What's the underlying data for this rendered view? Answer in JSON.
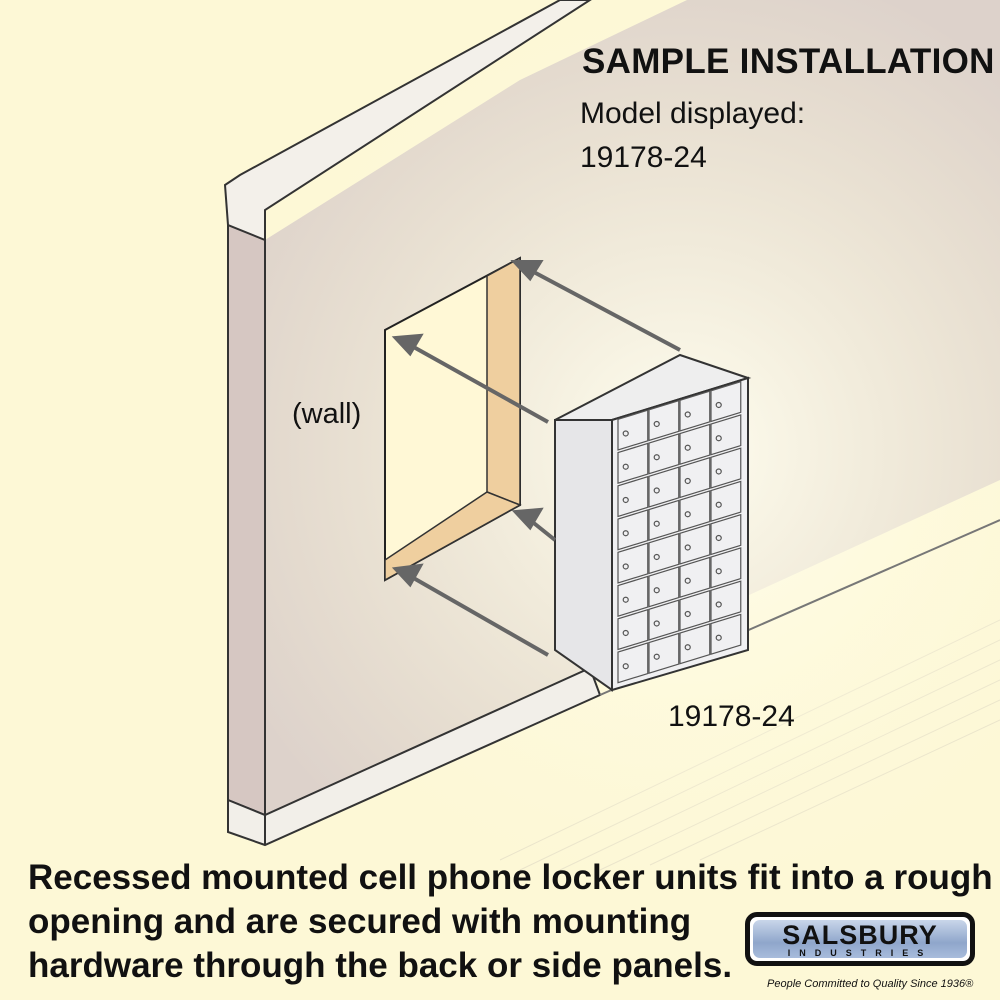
{
  "header": {
    "title": "SAMPLE INSTALLATION",
    "subtitle_line1": "Model displayed:",
    "subtitle_line2": "19178-24"
  },
  "illustration": {
    "wall_label": "(wall)",
    "unit_label": "19178-24"
  },
  "caption": {
    "line1": "Recessed mounted cell phone locker units fit into a rough",
    "line2": "opening and are secured with mounting",
    "line3": "hardware through the back or side panels."
  },
  "logo": {
    "name": "SALSBURY",
    "sub": "INDUSTRIES",
    "tagline": "People Committed to Quality Since 1936®"
  },
  "colors": {
    "background": "#fdf8d6",
    "wall": "#ddd2cb",
    "opening_side": "#efcf9f",
    "arrow": "#666666",
    "logo_blue": "#9fb3d6"
  }
}
